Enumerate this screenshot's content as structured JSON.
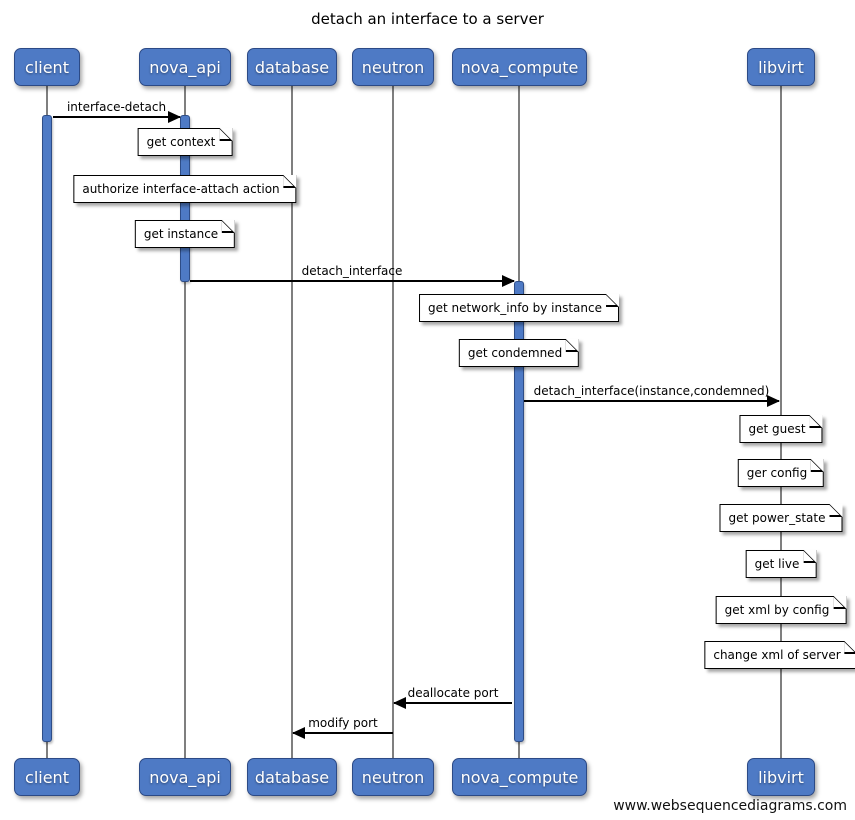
{
  "diagram": {
    "title": "detach an interface to a server",
    "watermark": "www.websequencediagrams.com"
  },
  "actors": [
    {
      "id": "client",
      "label": "client"
    },
    {
      "id": "nova_api",
      "label": "nova_api"
    },
    {
      "id": "database",
      "label": "database"
    },
    {
      "id": "neutron",
      "label": "neutron"
    },
    {
      "id": "nova_compute",
      "label": "nova_compute"
    },
    {
      "id": "libvirt",
      "label": "libvirt"
    }
  ],
  "messages": [
    {
      "label": "interface-detach",
      "from": "client",
      "to": "nova_api",
      "direction": "right"
    },
    {
      "label": "detach_interface",
      "from": "nova_api",
      "to": "nova_compute",
      "direction": "right"
    },
    {
      "label": "detach_interface(instance,condemned)",
      "from": "nova_compute",
      "to": "libvirt",
      "direction": "right"
    },
    {
      "label": "deallocate port",
      "from": "nova_compute",
      "to": "neutron",
      "direction": "left"
    },
    {
      "label": "modify port",
      "from": "neutron",
      "to": "database",
      "direction": "left"
    }
  ],
  "notes": [
    {
      "label": "get context",
      "on": "nova_api"
    },
    {
      "label": "authorize interface-attach action",
      "on": "nova_api"
    },
    {
      "label": "get instance",
      "on": "nova_api"
    },
    {
      "label": "get network_info by instance",
      "on": "nova_compute"
    },
    {
      "label": "get condemned",
      "on": "nova_compute"
    },
    {
      "label": "get guest",
      "on": "libvirt"
    },
    {
      "label": "ger config",
      "on": "libvirt"
    },
    {
      "label": "get power_state",
      "on": "libvirt"
    },
    {
      "label": "get live",
      "on": "libvirt"
    },
    {
      "label": "get xml by config",
      "on": "libvirt"
    },
    {
      "label": "change xml of server",
      "on": "libvirt"
    }
  ],
  "colors": {
    "actor_fill": "#4e7ac5",
    "actor_border": "#2c4a86",
    "lifeline": "#7f7f7f",
    "activation_fill": "#4e7ac5",
    "note_fill": "#ffffff",
    "note_border": "#000000",
    "message_line": "#000000"
  }
}
